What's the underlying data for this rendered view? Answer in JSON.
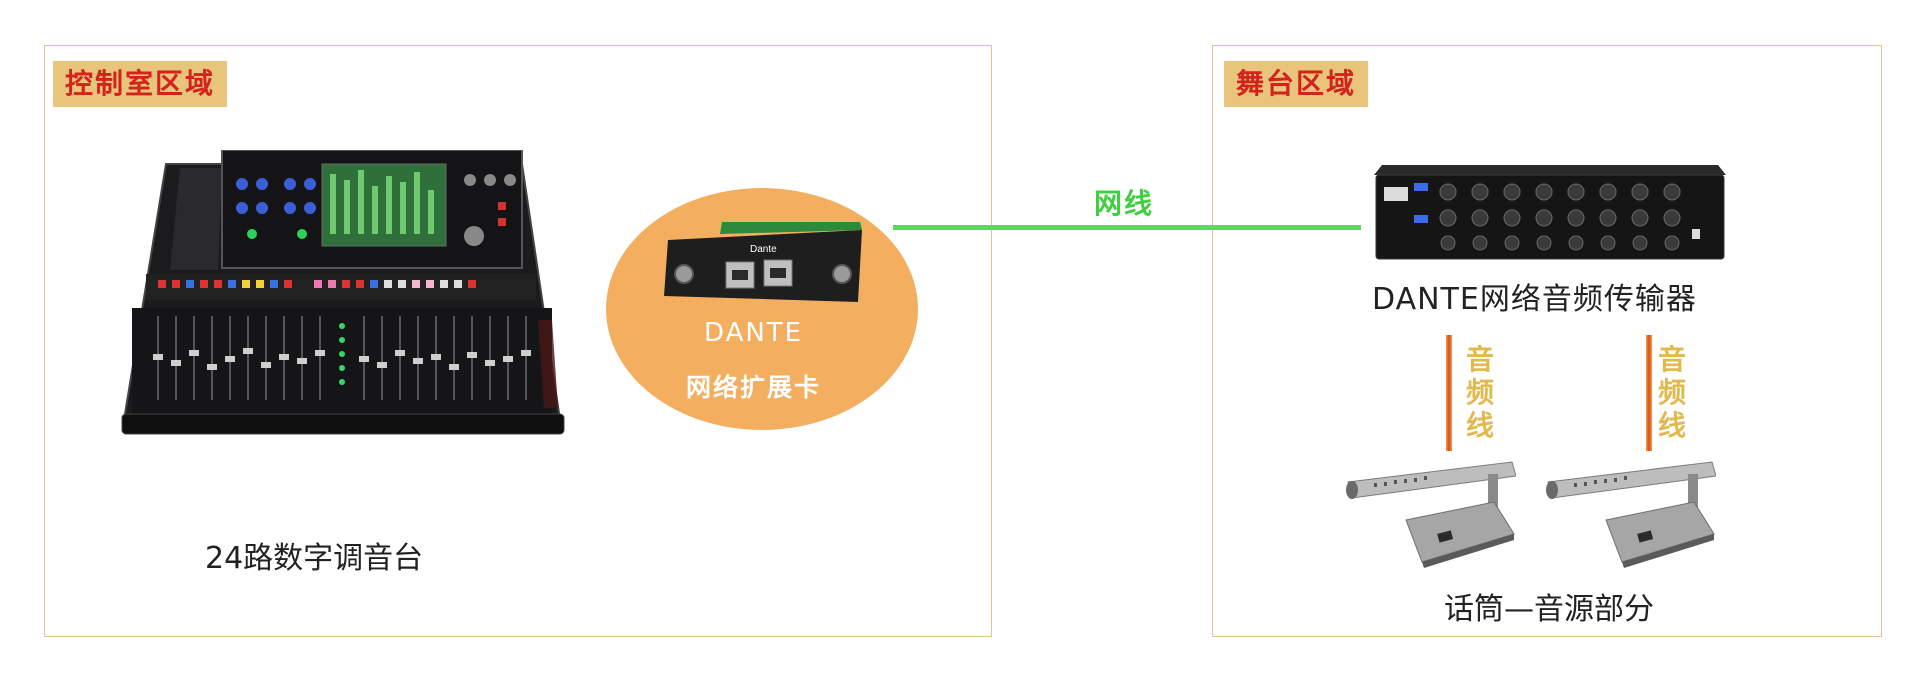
{
  "zones": {
    "control_room": {
      "title": "控制室区域"
    },
    "stage": {
      "title": "舞台区域"
    }
  },
  "mixer": {
    "label": "24路数字调音台"
  },
  "dante_card": {
    "name": "DANTE",
    "desc": "网络扩展卡",
    "brand": "Dante"
  },
  "network": {
    "label": "网线",
    "color": "#4fe14f"
  },
  "transmitter": {
    "label": "DANTE网络音频传输器"
  },
  "audio_cables": [
    {
      "label": "音频线"
    },
    {
      "label": "音频线"
    }
  ],
  "microphones": {
    "label": "话筒—音源部分"
  },
  "colors": {
    "zone_tag_bg": "#e8c57b",
    "zone_tag_text": "#d4231d",
    "zone_border": "#e2c48e",
    "card_bg": "#f3ae5f"
  }
}
